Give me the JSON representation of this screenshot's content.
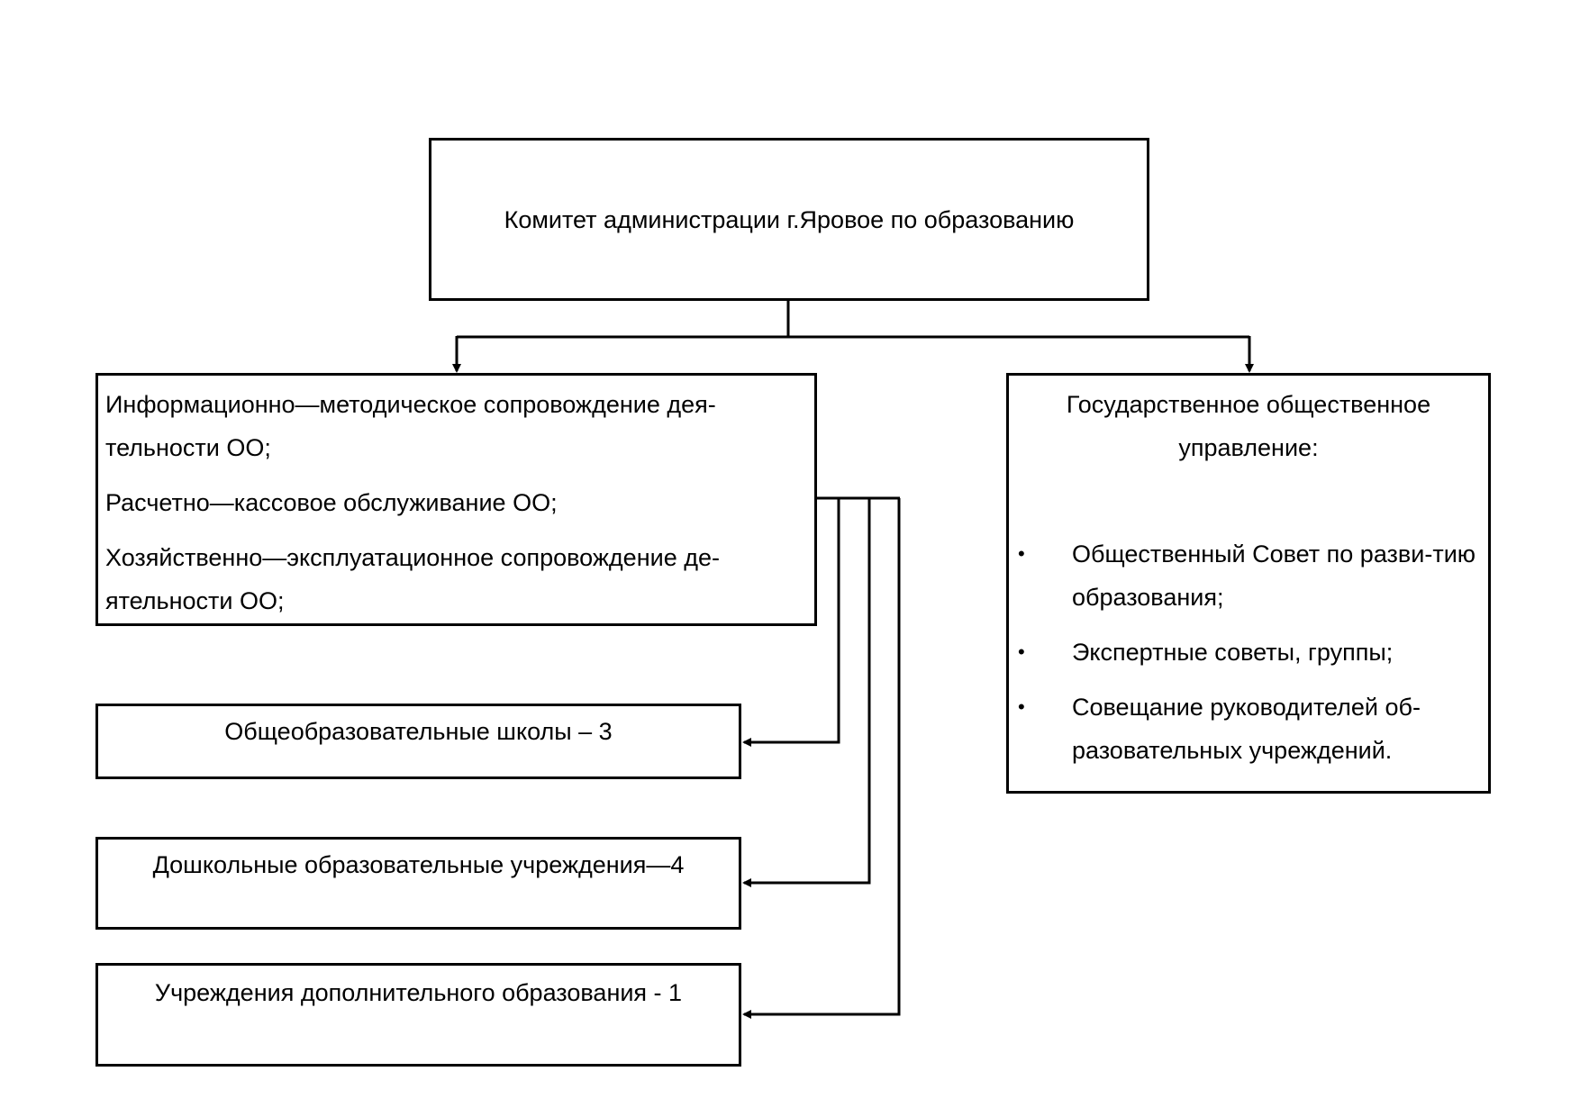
{
  "top": {
    "label": "Комитет администрации г.Яровое по образованию"
  },
  "left_box": {
    "paragraphs": [
      "Информационно—методическое сопровождение дея-тельности ОО;",
      "Расчетно—кассовое обслуживание ОО;",
      "Хозяйственно—эксплуатационное сопровождение де-ятельности ОО;"
    ]
  },
  "right_box": {
    "heading": "Государственное общественное управление:",
    "items": [
      "Общественный Совет по разви-тию образования;",
      "Экспертные советы, группы;",
      "Совещание руководителей об-разовательных учреждений."
    ]
  },
  "schools": {
    "label": "Общеобразовательные школы – 3"
  },
  "preschool": {
    "label": "Дошкольные образовательные учреждения—4"
  },
  "additional": {
    "label": "Учреждения дополнительного образования - 1"
  }
}
